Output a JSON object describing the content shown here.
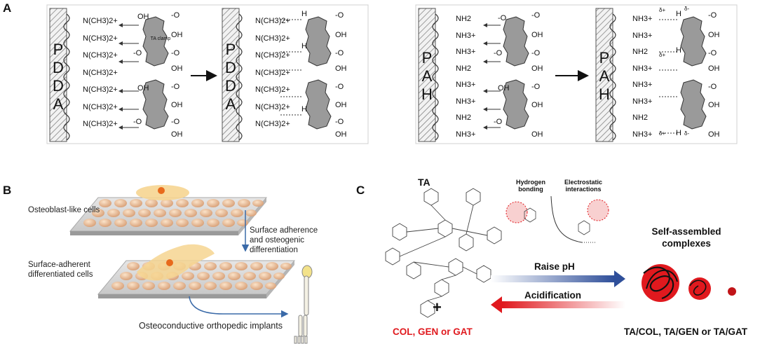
{
  "panel_a": {
    "letter": "A",
    "pdda_label": "PDDA",
    "pah_label": "PAH",
    "ta_clamp_label": "TA clamp",
    "pdda_group": "N(CH3)2+",
    "pah_amine": "NH2",
    "pah_ammonium": "NH3+",
    "oxygen_anion": "-O",
    "hydroxyl": "OH",
    "hydrogen": "H",
    "charge_partial_pos": "δ+",
    "charge_partial_neg": "δ-"
  },
  "panel_b": {
    "letter": "B",
    "osteoblast_label": "Osteoblast-like cells",
    "process_label_1": "Surface adherence",
    "process_label_2": "and osteogenic",
    "process_label_3": "differentiation",
    "adherent_label_1": "Surface-adherent",
    "adherent_label_2": "differentiated cells",
    "implant_label": "Osteoconductive orthopedic implants"
  },
  "panel_c": {
    "letter": "C",
    "ta_label": "TA",
    "hbond_label_1": "Hydrogen",
    "hbond_label_2": "bonding",
    "electro_label_1": "Electrostatic",
    "electro_label_2": "interactions",
    "self_assembled_1": "Self-assembled",
    "self_assembled_2": "complexes",
    "raise_ph": "Raise pH",
    "acidification": "Acidification",
    "plus": "+",
    "reagents": "COL, GEN or GAT",
    "products": "TA/COL, TA/GEN or TA/GAT"
  },
  "colors": {
    "red": "#e0191e",
    "blue": "#2f4f9a",
    "substrate_gray": "#d9d9d9",
    "ta_gray": "#9a9a9a",
    "cell_orange": "#f5c16b"
  }
}
